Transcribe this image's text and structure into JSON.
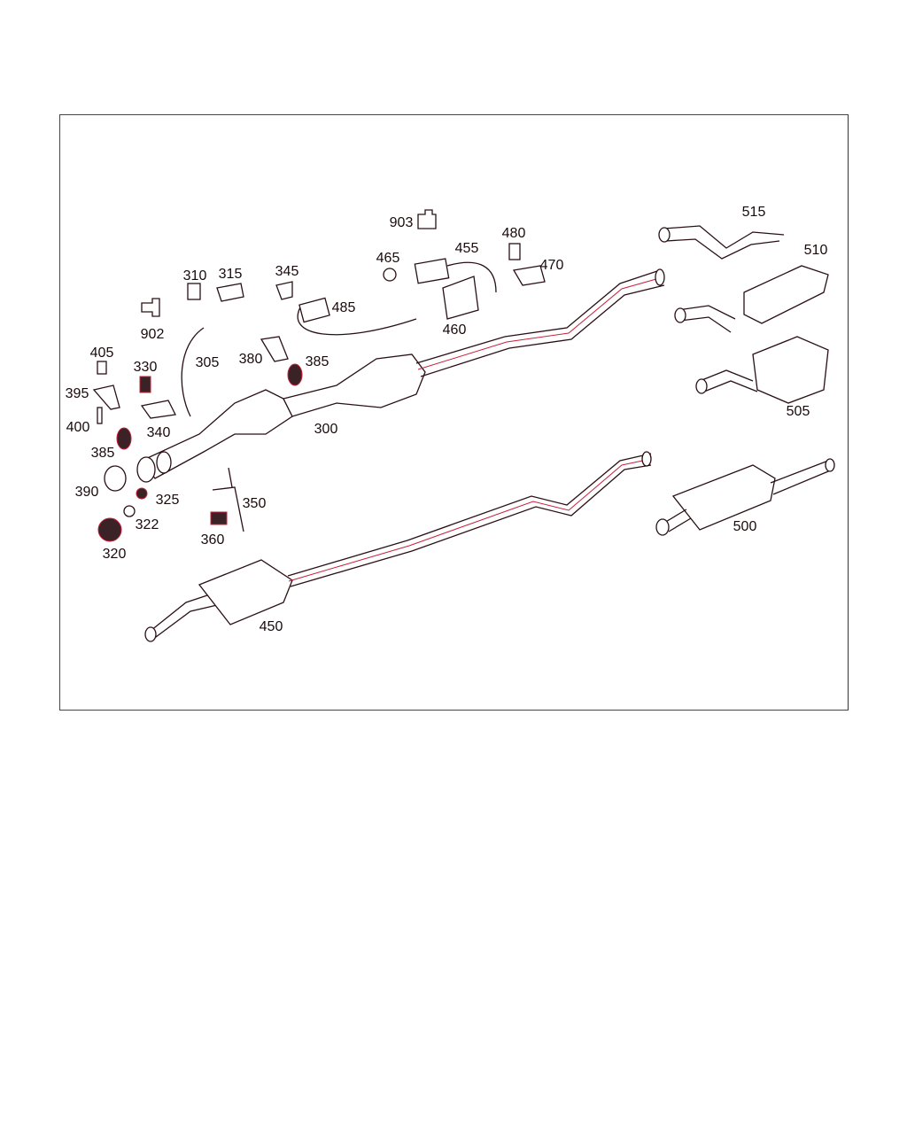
{
  "diagram": {
    "border_color": "#b4142a",
    "part_labels": [
      "903",
      "455",
      "480",
      "465",
      "470",
      "515",
      "510",
      "310",
      "315",
      "345",
      "485",
      "902",
      "460",
      "305",
      "380",
      "385",
      "405",
      "330",
      "395",
      "400",
      "340",
      "300",
      "505",
      "385",
      "390",
      "325",
      "350",
      "322",
      "360",
      "320",
      "500",
      "450"
    ]
  }
}
